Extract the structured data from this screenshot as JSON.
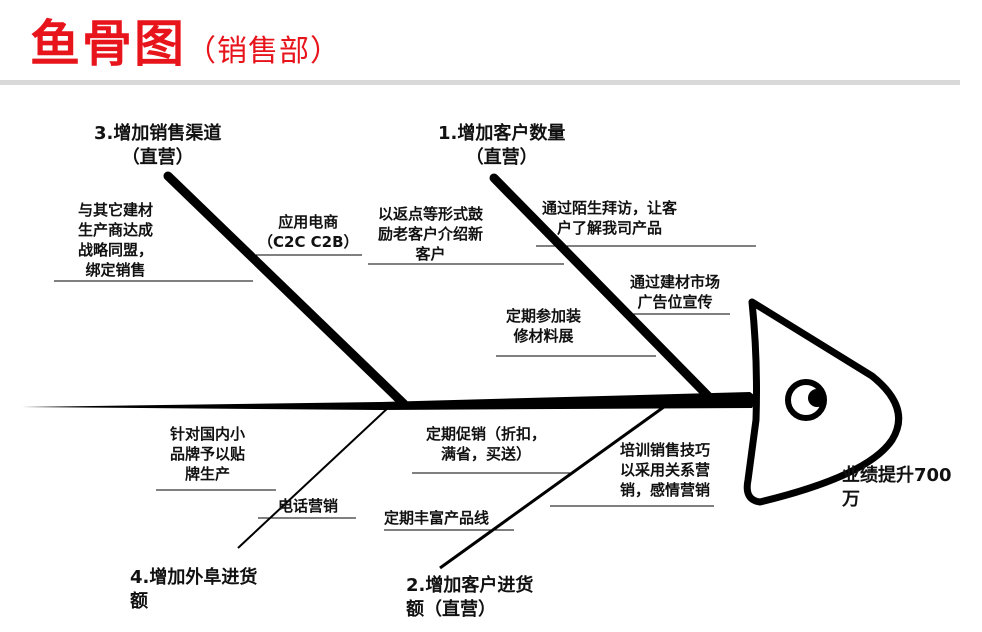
{
  "title": {
    "main": "鱼骨图",
    "sub": "（销售部）"
  },
  "result": {
    "line1": "业绩提升700",
    "line2": "万"
  },
  "categories": {
    "c1": {
      "line1": "1.增加客户数量",
      "line2": "（直营）"
    },
    "c2": {
      "line1": "2.增加客户进货",
      "line2": "额（直营）"
    },
    "c3": {
      "line1": "3.增加销售渠道",
      "line2": "（直营）"
    },
    "c4": {
      "line1": "4.增加外阜进货",
      "line2": "额"
    }
  },
  "causes": {
    "visit": {
      "line1": "通过陌生拜访，让客",
      "line2": "户了解我司产品"
    },
    "ads": {
      "line1": "通过建材市场",
      "line2": "广告位宣传"
    },
    "rebate": {
      "line1": "以返点等形式鼓",
      "line2": "励老客户介绍新",
      "line3": "客户"
    },
    "expo": {
      "line1": "定期参加装",
      "line2": "修材料展"
    },
    "alliance": {
      "line1": "与其它建材",
      "line2": "生产商达成",
      "line3": "战略同盟，",
      "line4": "绑定销售"
    },
    "ecommerce": {
      "line1": "应用电商",
      "line2": "（C2C C2B）"
    },
    "promo": {
      "line1": "定期促销（折扣，",
      "line2": "满省，买送）"
    },
    "training": {
      "line1": "培训销售技巧",
      "line2": "以采用关系营",
      "line3": "销，感情营销"
    },
    "productline": {
      "line1": "定期丰富产品线"
    },
    "oem": {
      "line1": "针对国内小",
      "line2": "品牌予以贴",
      "line3": "牌生产"
    },
    "phone": {
      "line1": "电话营销"
    }
  },
  "colors": {
    "title": "#e8141b",
    "line": "#000000",
    "rule": "#d9d9d9"
  }
}
